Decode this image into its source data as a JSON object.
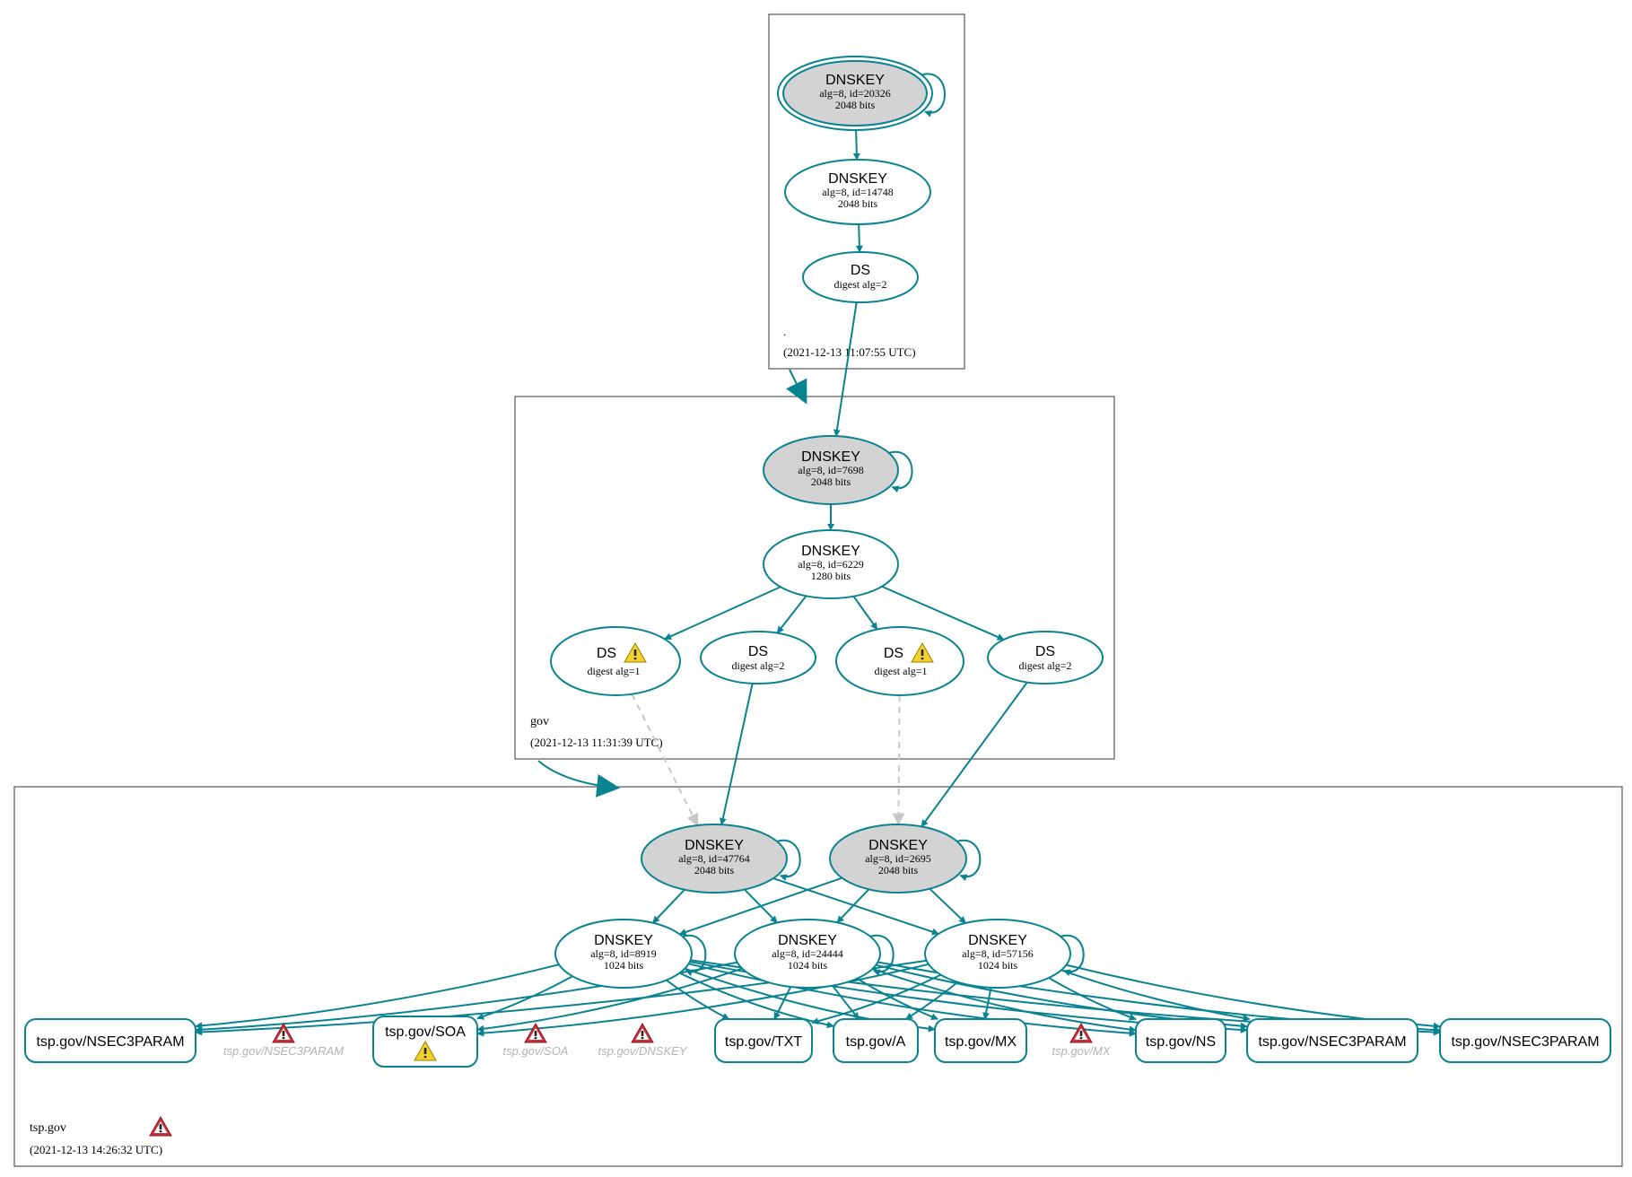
{
  "colors": {
    "edge": "#0a8390",
    "ksk_fill": "#d3d3d3",
    "node_stroke": "#0a8390",
    "bogus_edge": "#c8c8c8",
    "zone_border": "#555555",
    "error_icon": "#c8303a",
    "warning_icon": "#f2d22a"
  },
  "zones": [
    {
      "id": "root",
      "name": ".",
      "timestamp": "(2021-12-13 11:07:55 UTC)"
    },
    {
      "id": "gov",
      "name": "gov",
      "timestamp": "(2021-12-13 11:31:39 UTC)"
    },
    {
      "id": "tsp",
      "name": "tsp.gov",
      "timestamp": "(2021-12-13 14:26:32 UTC)",
      "status_icon": "error-icon"
    }
  ],
  "nodes": [
    {
      "id": "root_ksk",
      "zone": "root",
      "type": "DNSKEY",
      "line1": "alg=8, id=20326",
      "line2": "2048 bits",
      "ksk": true,
      "trust_anchor": true
    },
    {
      "id": "root_zsk",
      "zone": "root",
      "type": "DNSKEY",
      "line1": "alg=8, id=14748",
      "line2": "2048 bits"
    },
    {
      "id": "root_ds",
      "zone": "root",
      "type": "DS",
      "line1": "digest alg=2"
    },
    {
      "id": "gov_ksk",
      "zone": "gov",
      "type": "DNSKEY",
      "line1": "alg=8, id=7698",
      "line2": "2048 bits",
      "ksk": true
    },
    {
      "id": "gov_zsk",
      "zone": "gov",
      "type": "DNSKEY",
      "line1": "alg=8, id=6229",
      "line2": "1280 bits"
    },
    {
      "id": "gov_ds1",
      "zone": "gov",
      "type": "DS",
      "line1": "digest alg=1",
      "warning": true
    },
    {
      "id": "gov_ds2",
      "zone": "gov",
      "type": "DS",
      "line1": "digest alg=2"
    },
    {
      "id": "gov_ds3",
      "zone": "gov",
      "type": "DS",
      "line1": "digest alg=1",
      "warning": true
    },
    {
      "id": "gov_ds4",
      "zone": "gov",
      "type": "DS",
      "line1": "digest alg=2"
    },
    {
      "id": "tsp_ksk1",
      "zone": "tsp",
      "type": "DNSKEY",
      "line1": "alg=8, id=47764",
      "line2": "2048 bits",
      "ksk": true
    },
    {
      "id": "tsp_ksk2",
      "zone": "tsp",
      "type": "DNSKEY",
      "line1": "alg=8, id=2695",
      "line2": "2048 bits",
      "ksk": true
    },
    {
      "id": "tsp_zsk1",
      "zone": "tsp",
      "type": "DNSKEY",
      "line1": "alg=8, id=8919",
      "line2": "1024 bits"
    },
    {
      "id": "tsp_zsk2",
      "zone": "tsp",
      "type": "DNSKEY",
      "line1": "alg=8, id=24444",
      "line2": "1024 bits"
    },
    {
      "id": "tsp_zsk3",
      "zone": "tsp",
      "type": "DNSKEY",
      "line1": "alg=8, id=57156",
      "line2": "1024 bits"
    }
  ],
  "rrsets": [
    {
      "id": "rr_nsec3param_1",
      "label": "tsp.gov/NSEC3PARAM"
    },
    {
      "id": "rr_soa",
      "label": "tsp.gov/SOA",
      "warning": true
    },
    {
      "id": "rr_txt",
      "label": "tsp.gov/TXT"
    },
    {
      "id": "rr_a",
      "label": "tsp.gov/A"
    },
    {
      "id": "rr_mx",
      "label": "tsp.gov/MX"
    },
    {
      "id": "rr_ns",
      "label": "tsp.gov/NS"
    },
    {
      "id": "rr_nsec3param_2",
      "label": "tsp.gov/NSEC3PARAM"
    },
    {
      "id": "rr_nsec3param_3",
      "label": "tsp.gov/NSEC3PARAM"
    }
  ],
  "ghost_rrsets": [
    {
      "id": "g_nsec3param",
      "label": "tsp.gov/NSEC3PARAM"
    },
    {
      "id": "g_soa",
      "label": "tsp.gov/SOA"
    },
    {
      "id": "g_dnskey",
      "label": "tsp.gov/DNSKEY"
    },
    {
      "id": "g_mx",
      "label": "tsp.gov/MX"
    }
  ],
  "edges": [
    {
      "from": "root_ksk",
      "to": "root_ksk",
      "kind": "self"
    },
    {
      "from": "root_ksk",
      "to": "root_zsk"
    },
    {
      "from": "root_zsk",
      "to": "root_ds"
    },
    {
      "from": "root_ds",
      "to": "gov_ksk"
    },
    {
      "from": "gov_ksk",
      "to": "gov_ksk",
      "kind": "self"
    },
    {
      "from": "gov_ksk",
      "to": "gov_zsk"
    },
    {
      "from": "gov_zsk",
      "to": "gov_ds1"
    },
    {
      "from": "gov_zsk",
      "to": "gov_ds2"
    },
    {
      "from": "gov_zsk",
      "to": "gov_ds3"
    },
    {
      "from": "gov_zsk",
      "to": "gov_ds4"
    },
    {
      "from": "gov_ds1",
      "to": "tsp_ksk1",
      "kind": "bogus"
    },
    {
      "from": "gov_ds2",
      "to": "tsp_ksk1"
    },
    {
      "from": "gov_ds3",
      "to": "tsp_ksk2",
      "kind": "bogus"
    },
    {
      "from": "gov_ds4",
      "to": "tsp_ksk2"
    },
    {
      "from": "tsp_ksk1",
      "to": "tsp_ksk1",
      "kind": "self"
    },
    {
      "from": "tsp_ksk2",
      "to": "tsp_ksk2",
      "kind": "self"
    },
    {
      "from": "tsp_ksk1",
      "to": "tsp_zsk1"
    },
    {
      "from": "tsp_ksk1",
      "to": "tsp_zsk2"
    },
    {
      "from": "tsp_ksk1",
      "to": "tsp_zsk3"
    },
    {
      "from": "tsp_ksk2",
      "to": "tsp_zsk1"
    },
    {
      "from": "tsp_ksk2",
      "to": "tsp_zsk2"
    },
    {
      "from": "tsp_ksk2",
      "to": "tsp_zsk3"
    },
    {
      "from": "tsp_zsk1",
      "to": "tsp_zsk1",
      "kind": "self"
    },
    {
      "from": "tsp_zsk2",
      "to": "tsp_zsk2",
      "kind": "self"
    },
    {
      "from": "tsp_zsk3",
      "to": "tsp_zsk3",
      "kind": "self"
    },
    {
      "from": "tsp_zsk1",
      "to": "rr_nsec3param_1"
    },
    {
      "from": "tsp_zsk1",
      "to": "rr_soa"
    },
    {
      "from": "tsp_zsk1",
      "to": "rr_txt"
    },
    {
      "from": "tsp_zsk1",
      "to": "rr_a"
    },
    {
      "from": "tsp_zsk1",
      "to": "rr_mx"
    },
    {
      "from": "tsp_zsk1",
      "to": "rr_ns"
    },
    {
      "from": "tsp_zsk1",
      "to": "rr_nsec3param_2"
    },
    {
      "from": "tsp_zsk1",
      "to": "rr_nsec3param_3"
    },
    {
      "from": "tsp_zsk2",
      "to": "rr_nsec3param_1"
    },
    {
      "from": "tsp_zsk2",
      "to": "rr_soa"
    },
    {
      "from": "tsp_zsk2",
      "to": "rr_txt"
    },
    {
      "from": "tsp_zsk2",
      "to": "rr_a"
    },
    {
      "from": "tsp_zsk2",
      "to": "rr_mx"
    },
    {
      "from": "tsp_zsk2",
      "to": "rr_ns"
    },
    {
      "from": "tsp_zsk2",
      "to": "rr_nsec3param_2"
    },
    {
      "from": "tsp_zsk2",
      "to": "rr_nsec3param_3"
    },
    {
      "from": "tsp_zsk3",
      "to": "rr_nsec3param_1"
    },
    {
      "from": "tsp_zsk3",
      "to": "rr_soa"
    },
    {
      "from": "tsp_zsk3",
      "to": "rr_txt"
    },
    {
      "from": "tsp_zsk3",
      "to": "rr_a"
    },
    {
      "from": "tsp_zsk3",
      "to": "rr_mx"
    },
    {
      "from": "tsp_zsk3",
      "to": "rr_ns"
    },
    {
      "from": "tsp_zsk3",
      "to": "rr_nsec3param_2"
    },
    {
      "from": "tsp_zsk3",
      "to": "rr_nsec3param_3"
    }
  ],
  "delegations": [
    {
      "from": "root",
      "to": "gov"
    },
    {
      "from": "gov",
      "to": "tsp"
    }
  ]
}
